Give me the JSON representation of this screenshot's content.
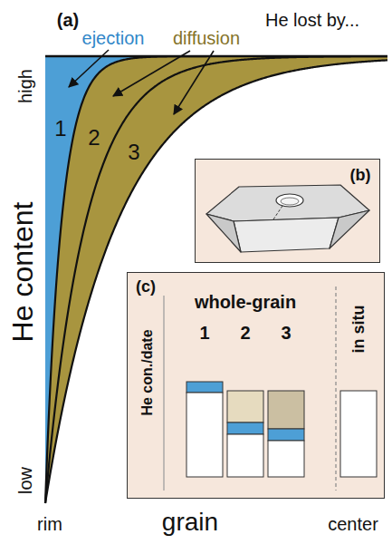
{
  "diagram": {
    "nodes": [
      {
        "text": [
          "(b)"
        ]
      },
      {
        "text": [
          "(c)",
          "He con./date",
          "whole-grain",
          "1",
          "2",
          "3",
          "in situ"
        ]
      }
    ],
    "labels": [
      "(a)",
      "He lost by...",
      "ejection",
      "diffusion",
      "1",
      "2",
      "3",
      "high",
      "He content",
      "low",
      "rim",
      "grain",
      "center"
    ]
  }
}
